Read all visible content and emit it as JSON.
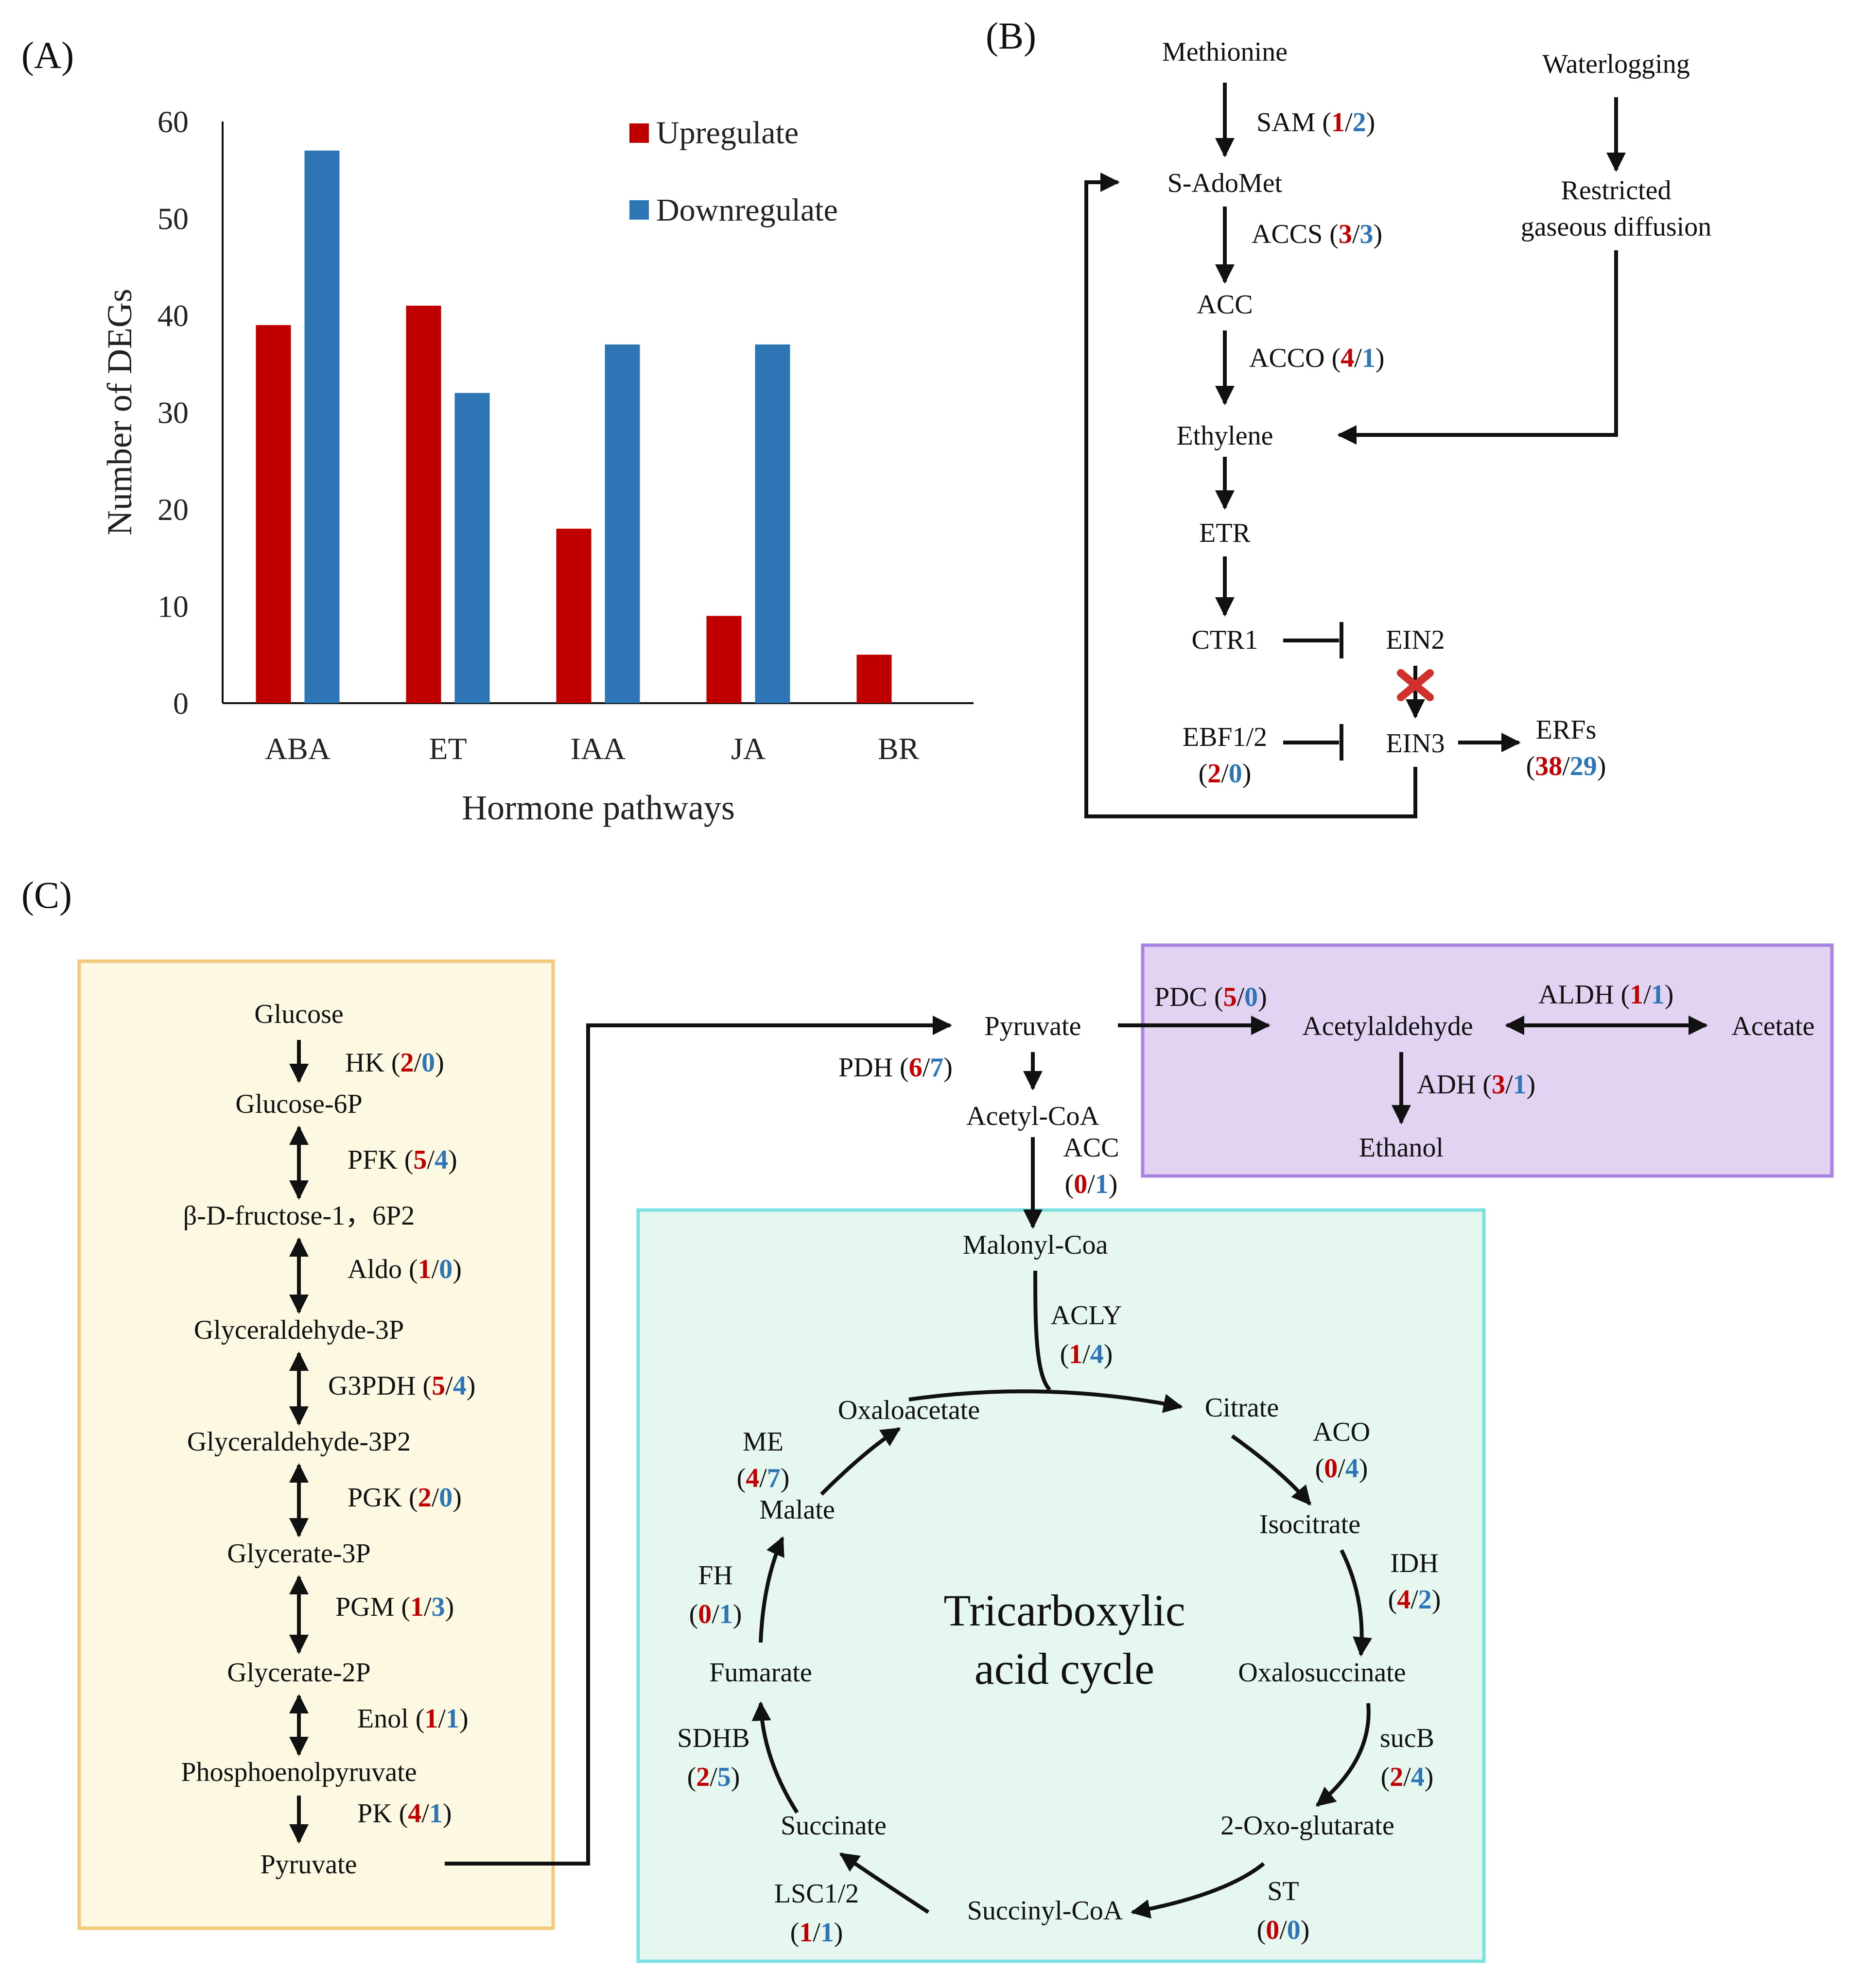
{
  "panels": {
    "a": "(A)",
    "b": "(B)",
    "c": "(C)"
  },
  "colors": {
    "up": "#c00000",
    "down": "#2e75b6",
    "glycolysis_box": "#fdf8e1",
    "fermentation_box": "#e3d3f3",
    "tca_box": "#e6f7ef"
  },
  "chart_data": {
    "type": "bar",
    "categories": [
      "ABA",
      "ET",
      "IAA",
      "JA",
      "BR"
    ],
    "series": [
      {
        "name": "Upregulate",
        "color": "#c00000",
        "values": [
          39,
          41,
          18,
          9,
          5
        ]
      },
      {
        "name": "Downregulate",
        "color": "#2e75b6",
        "values": [
          57,
          32,
          37,
          37,
          0
        ]
      }
    ],
    "ylim": [
      0,
      60
    ],
    "yticks": [
      "0",
      "10",
      "20",
      "30",
      "40",
      "50",
      "60"
    ],
    "xlabel": "Hormone pathways",
    "ylabel": "Number of DEGs",
    "legend_position": "top-right",
    "grid": false
  },
  "ethylene": {
    "nodes": {
      "methionine": "Methionine",
      "sadomet": "S-AdoMet",
      "acc": "ACC",
      "ethylene": "Ethylene",
      "etr": "ETR",
      "ctr1": "CTR1",
      "ein2": "EIN2",
      "ein3": "EIN3",
      "ebf": "EBF1/2",
      "erfs": "ERFs",
      "waterlogging": "Waterlogging",
      "restricted1": "Restricted",
      "restricted2": "gaseous diffusion"
    },
    "enzymes": {
      "sam": {
        "name": "SAM",
        "up": "1",
        "down": "2"
      },
      "accs": {
        "name": "ACCS",
        "up": "3",
        "down": "3"
      },
      "acco": {
        "name": "ACCO",
        "up": "4",
        "down": "1"
      },
      "ebf": {
        "up": "2",
        "down": "0"
      },
      "erfs": {
        "up": "38",
        "down": "29"
      }
    }
  },
  "glycolysis": {
    "nodes": {
      "glucose": "Glucose",
      "g6p": "Glucose-6P",
      "fbp": "β-D-fructose-1，6P2",
      "g3p": "Glyceraldehyde-3P",
      "g3p2": "Glyceraldehyde-3P2",
      "gly3p": "Glycerate-3P",
      "gly2p": "Glycerate-2P",
      "pep": "Phosphoenolpyruvate",
      "pyruvate": "Pyruvate"
    },
    "enzymes": {
      "hk": {
        "name": "HK",
        "up": "2",
        "down": "0"
      },
      "pfk": {
        "name": "PFK",
        "up": "5",
        "down": "4"
      },
      "aldo": {
        "name": "Aldo",
        "up": "1",
        "down": "0"
      },
      "g3pdh": {
        "name": "G3PDH",
        "up": "5",
        "down": "4"
      },
      "pgk": {
        "name": "PGK",
        "up": "2",
        "down": "0"
      },
      "pgm": {
        "name": "PGM",
        "up": "1",
        "down": "3"
      },
      "enol": {
        "name": "Enol",
        "up": "1",
        "down": "1"
      },
      "pk": {
        "name": "PK",
        "up": "4",
        "down": "1"
      }
    }
  },
  "fermentation": {
    "nodes": {
      "pyruvate": "Pyruvate",
      "acetyl_coa": "Acetyl-CoA",
      "acetaldehyde": "Acetylaldehyde",
      "acetate": "Acetate",
      "ethanol": "Ethanol"
    },
    "enzymes": {
      "pdc": {
        "name": "PDC",
        "up": "5",
        "down": "0"
      },
      "aldh": {
        "name": "ALDH",
        "up": "1",
        "down": "1"
      },
      "adh": {
        "name": "ADH",
        "up": "3",
        "down": "1"
      },
      "pdh": {
        "name": "PDH",
        "up": "6",
        "down": "7"
      },
      "acc": {
        "name": "ACC",
        "up": "0",
        "down": "1"
      }
    }
  },
  "tca": {
    "title1": "Tricarboxylic",
    "title2": "acid cycle",
    "nodes": {
      "malonyl": "Malonyl-Coa",
      "oxaloacetate": "Oxaloacetate",
      "citrate": "Citrate",
      "isocitrate": "Isocitrate",
      "oxalosuccinate": "Oxalosuccinate",
      "oxoglutarate": "2-Oxo-glutarate",
      "succinylcoa": "Succinyl-CoA",
      "succinate": "Succinate",
      "fumarate": "Fumarate",
      "malate": "Malate"
    },
    "enzymes": {
      "acly": {
        "name": "ACLY",
        "up": "1",
        "down": "4"
      },
      "aco": {
        "name": "ACO",
        "up": "0",
        "down": "4"
      },
      "idh": {
        "name": "IDH",
        "up": "4",
        "down": "2"
      },
      "sucb": {
        "name": "sucB",
        "up": "2",
        "down": "4"
      },
      "st": {
        "name": "ST",
        "up": "0",
        "down": "0"
      },
      "lsc": {
        "name": "LSC1/2",
        "up": "1",
        "down": "1"
      },
      "sdhb": {
        "name": "SDHB",
        "up": "2",
        "down": "5"
      },
      "fh": {
        "name": "FH",
        "up": "0",
        "down": "1"
      },
      "me": {
        "name": "ME",
        "up": "4",
        "down": "7"
      }
    }
  }
}
